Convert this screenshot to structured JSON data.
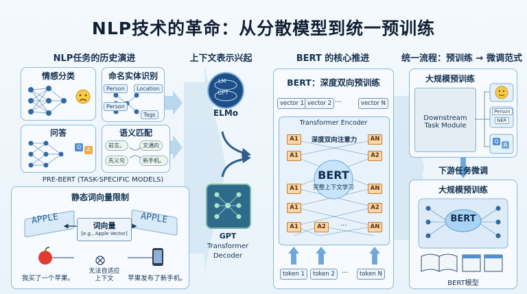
{
  "title": "NLP技术的革命：从分散模型到统一预训练",
  "columns": {
    "c1": "NLP任务的历史演进",
    "c2": "上下文表示兴起",
    "c3": "BERT 的核心推进",
    "c4": "统一流程：预训练 → 微调范式"
  },
  "col1": {
    "sentiment": "情感分类",
    "ner": "命名实体识别",
    "ner_tags": [
      "Person",
      "Location",
      "Person",
      "Tags"
    ],
    "qa": "问答",
    "qa_tags": [
      "Q",
      "A"
    ],
    "semantic": "语义匹配",
    "semantic_chips": [
      "前言。",
      "文通的",
      "先义句",
      "新手机。"
    ],
    "prebert": "PRE-BERT (TASK-SPECIFIC MODELS)",
    "static_title": "静态词向量限制",
    "apple_left": "APPLE",
    "apple_right": "APPLE",
    "wordvec": "词向量",
    "wordvec_sub": "[e.g., Apple Vector]",
    "cannot_adapt_1": "无法自适应",
    "cannot_adapt_2": "上下文",
    "sent_left": "我买了一个苹果。",
    "sent_right": "苹果发布了新手机。"
  },
  "col2": {
    "lm": "LM",
    "gpt_small": "GPT",
    "elmo": "ELMo",
    "gpt": "GPT",
    "transformer": "Transformer",
    "decoder": "Decoder"
  },
  "col3": {
    "panel_title": "BERT：深度双向预训练",
    "vectors": [
      "vector 1",
      "vector 2",
      "···",
      "vector N"
    ],
    "encoder": "Transformer Encoder",
    "attention": "深度双向注意力",
    "a_labels": [
      "A1",
      "AN",
      "A1",
      "A2",
      "A1",
      "AN",
      "A1",
      "A2",
      "A1",
      "A2",
      "···",
      "AN"
    ],
    "bert": "BERT",
    "bert_sub": "完整上下文学习",
    "tokens": [
      "token 1",
      "token 2",
      "···",
      "token N"
    ]
  },
  "col4": {
    "pretrain_top": "大规模预训练",
    "downstream_module_1": "Downstream",
    "downstream_module_2": "Task Module",
    "out_tags": [
      "Person",
      "NER"
    ],
    "qa_tags": [
      "Q",
      "A"
    ],
    "finetune": "下游任务微调",
    "pretrain_bottom": "大规模预训练",
    "bert": "BERT",
    "bert_model": "BERT模型"
  },
  "colors": {
    "accent": "#2f6fb0",
    "orange": "#f2a74b",
    "green": "#3aa57a"
  }
}
